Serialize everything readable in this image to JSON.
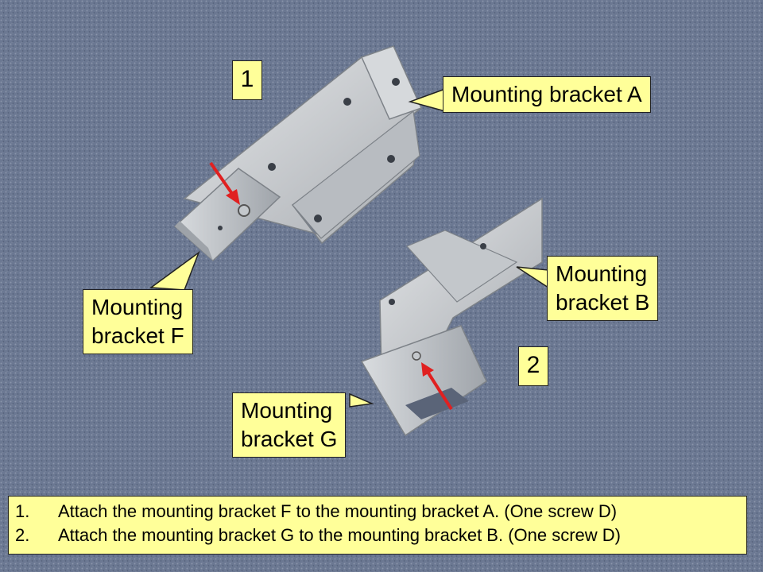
{
  "callouts": {
    "bracket_a": "Mounting bracket A",
    "bracket_b": "Mounting bracket B",
    "bracket_f": "Mounting bracket F",
    "bracket_g": "Mounting bracket G",
    "bracket_b_lines": [
      "Mounting",
      "bracket B"
    ],
    "bracket_f_lines": [
      "Mounting",
      "bracket F"
    ],
    "bracket_g_lines": [
      "Mounting",
      "bracket G"
    ]
  },
  "step_numbers": [
    "1",
    "2"
  ],
  "instructions": [
    {
      "index": "1.",
      "text": "Attach the mounting bracket F to the mounting bracket A. (One screw D)"
    },
    {
      "index": "2.",
      "text": "Attach the mounting bracket G to the mounting bracket B. (One screw D)"
    }
  ],
  "colors": {
    "callout_fill": "#ffff99",
    "arrow": "#e02020",
    "carpet": "#6a7790",
    "metal": "#c8ccd0"
  }
}
